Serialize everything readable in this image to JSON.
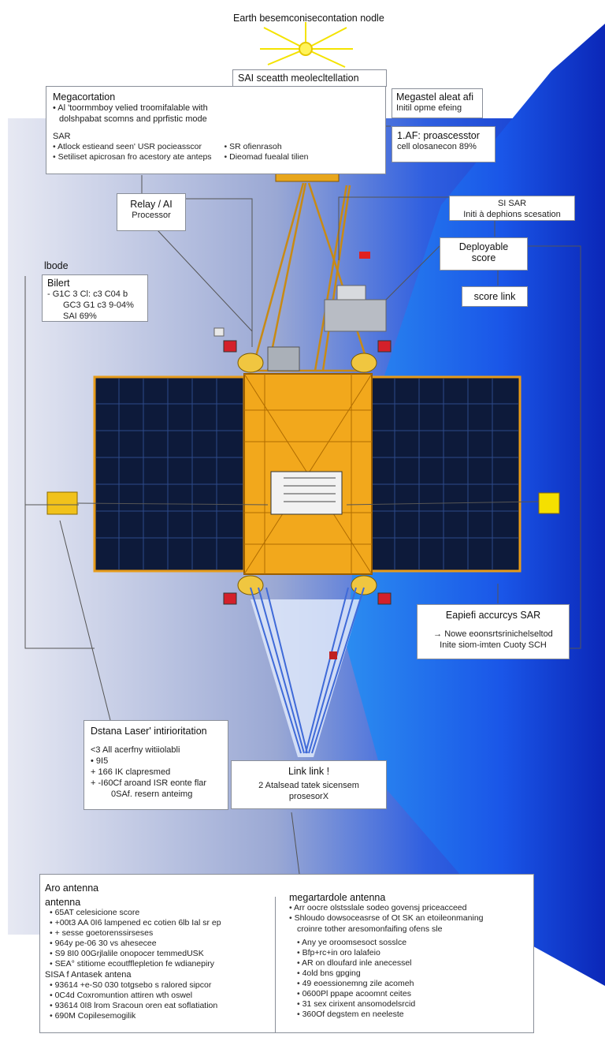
{
  "title": "Earth besemconisecontation nodle",
  "top_label": "SAI sceatth meolecltellation",
  "callouts": {
    "megacortation": {
      "heading": "Megacortation",
      "line1": "• Al 'toormmboy velied troomifalable with",
      "line2": "dolshpabat scomns and pprfistic mode",
      "sar_heading": "SAR",
      "bullets_left": [
        "Atlock estieand seen' USR pocieasscor",
        "Setiliset apicrosan fro acestory ate anteps"
      ],
      "bullets_right": [
        "SR ofienrasoh",
        "Dieomad fuealal tilien"
      ]
    },
    "megastel": {
      "heading": "Megastel aleat afi",
      "line": "Initil opme efeing"
    },
    "processor": {
      "heading": "1.AF: proascesstor",
      "line": "cell olosanecon 89%"
    },
    "relay": {
      "line1": "Relay / AI",
      "line2": "Processor"
    },
    "sisar": {
      "line1": "SI SAR",
      "line2": "Initi à dephions scesation"
    },
    "deployable": {
      "line1": "Deployable",
      "line2": "score"
    },
    "score_link": "score link",
    "node": {
      "label": "lbode",
      "heading": "Bilert",
      "rows": [
        "- G1C 3 Cl: c3 C04 b",
        "GC3 G1 c3 9-04%",
        "SAI 69%"
      ]
    },
    "sar": {
      "heading": "Eapiefi accurcys SAR",
      "line1": "→ Nowe eoonsrtsrinichelseltod",
      "line2": "Inite siom-imten Cuoty SCH"
    },
    "laser": {
      "heading": "Dstana Laser' intirioritation",
      "rows": [
        "<3  All acerfny witiiolabli",
        "• 9I5",
        "+ 166 IK clapresmed",
        "+ -I60Cf aroand ISR eonte flar"
      ],
      "tail": "0SAf. resern anteimg"
    },
    "link": {
      "heading": "Link link !",
      "line1": "2 Atalsead tatek sicensem",
      "line2": "prosesorX"
    }
  },
  "bottom": {
    "section_title": "Aro antenna",
    "left": {
      "heading": "antenna",
      "bullets1": [
        "65AT celesicione score",
        "+00t3 AA 0I6 lampened ec cotien 6lb Ial sr ep",
        "+ sesse goetorenssirseses",
        "964y pe-06 30 vs ahesecee",
        "S9 8I0 00Grjlalile onopocer temmedUSK",
        "SEA° stitiome ecoutfflepletion fe wdianepiry"
      ],
      "subheading": "SISA f Antasek antena",
      "bullets2": [
        "93614 +e-S0 030 totgsebo s ralored sipcor",
        "0C4d Coxromuntion attiren wth oswel",
        "93614 0I8 lrom Sracoun oren eat soflatiation",
        "690M Copilesemogilik"
      ]
    },
    "right": {
      "heading": "megartardole antenna",
      "bullets1": [
        "Arr oocre olstsslale sodeo govensj priceacceed",
        "Shloudo dowsoceasrse of Ot SK an etoileonmaning"
      ],
      "cont": "croinre tother aresomonfaifing ofens sle",
      "bullets2": [
        "Any ye oroomsesoct sosslce",
        "Bfp+rc+in oro lalafeio",
        "AR on dloufard inle anecessel",
        "4old bns gpging",
        "49 eoessionemng zile acomeh",
        "0600Pl ppape acoomnt ceites",
        "31 sex cirixent ansomodelsrcid",
        "360Of degstem en neeleste"
      ]
    }
  }
}
